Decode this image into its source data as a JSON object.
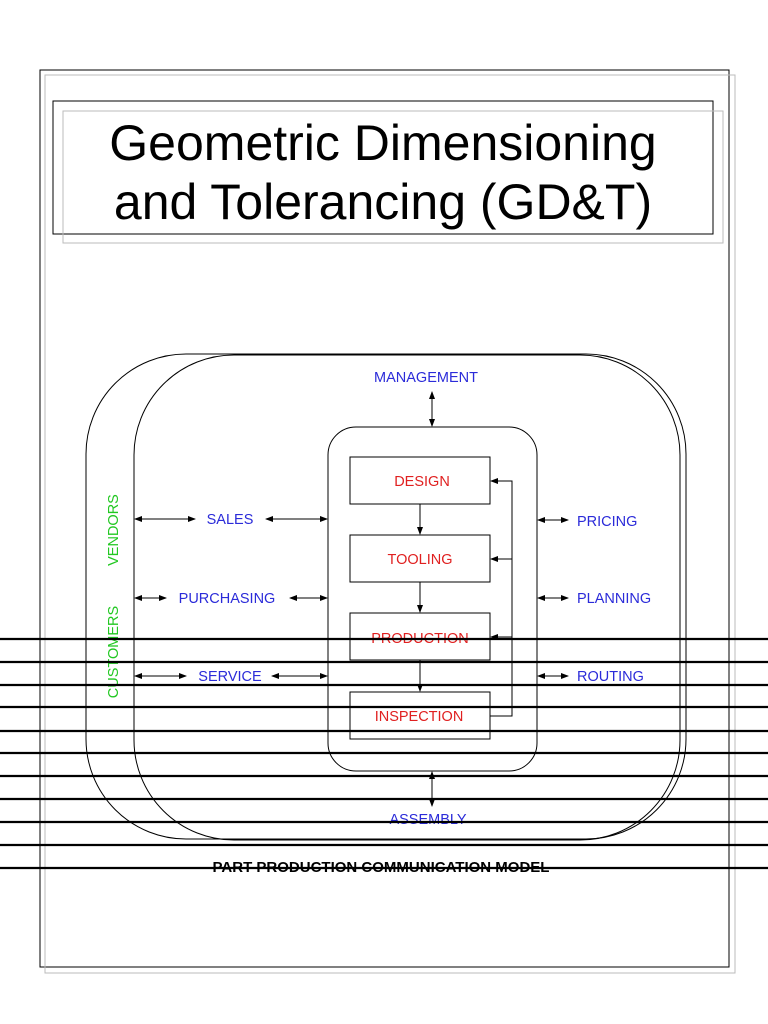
{
  "title": {
    "line1": "Geometric Dimensioning",
    "line2": "and Tolerancing (GD&T)"
  },
  "diagram": {
    "top_label": "MANAGEMENT",
    "bottom_label": "ASSEMBLY",
    "left_labels": [
      "SALES",
      "PURCHASING",
      "SERVICE"
    ],
    "right_labels": [
      "PRICING",
      "PLANNING",
      "ROUTING"
    ],
    "process_boxes": [
      "DESIGN",
      "TOOLING",
      "PRODUCTION",
      "INSPECTION"
    ],
    "outer_labels": [
      "VENDORS",
      "CUSTOMERS"
    ],
    "caption": "PART PRODUCTION COMMUNICATION MODEL"
  },
  "colors": {
    "department_text": "#2b2bd9",
    "process_text": "#e02020",
    "outer_text": "#22c822"
  }
}
